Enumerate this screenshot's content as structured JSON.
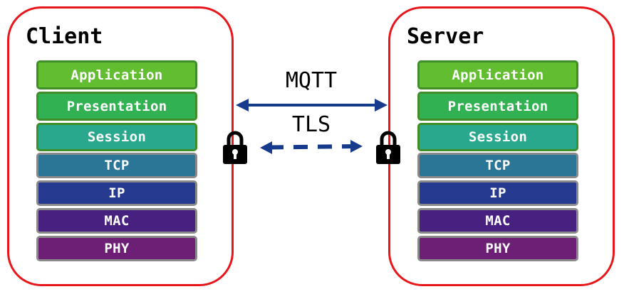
{
  "client": {
    "title": "Client",
    "layers": [
      {
        "label": "Application",
        "fill": "#62be30",
        "border": "#3f8e2a"
      },
      {
        "label": "Presentation",
        "fill": "#32b152",
        "border": "#3f8e2a"
      },
      {
        "label": "Session",
        "fill": "#2aa88d",
        "border": "#3f8e2a"
      },
      {
        "label": "TCP",
        "fill": "#2b7597",
        "border": "#8a8a8a"
      },
      {
        "label": "IP",
        "fill": "#263a8f",
        "border": "#8a8a8a"
      },
      {
        "label": "MAC",
        "fill": "#48207f",
        "border": "#8a8a8a"
      },
      {
        "label": "PHY",
        "fill": "#6c1f75",
        "border": "#8a8a8a"
      }
    ]
  },
  "server": {
    "title": "Server",
    "layers": [
      {
        "label": "Application",
        "fill": "#62be30",
        "border": "#3f8e2a"
      },
      {
        "label": "Presentation",
        "fill": "#32b152",
        "border": "#3f8e2a"
      },
      {
        "label": "Session",
        "fill": "#2aa88d",
        "border": "#3f8e2a"
      },
      {
        "label": "TCP",
        "fill": "#2b7597",
        "border": "#8a8a8a"
      },
      {
        "label": "IP",
        "fill": "#263a8f",
        "border": "#8a8a8a"
      },
      {
        "label": "MAC",
        "fill": "#48207f",
        "border": "#8a8a8a"
      },
      {
        "label": "PHY",
        "fill": "#6c1f75",
        "border": "#8a8a8a"
      }
    ]
  },
  "connections": {
    "mqtt_label": "MQTT",
    "tls_label": "TLS",
    "arrow_color": "#163a8c"
  },
  "colors": {
    "panel_border": "#e8161b",
    "lock": "#000000"
  },
  "icons": {
    "client_lock": "padlock-icon",
    "server_lock": "padlock-icon"
  }
}
